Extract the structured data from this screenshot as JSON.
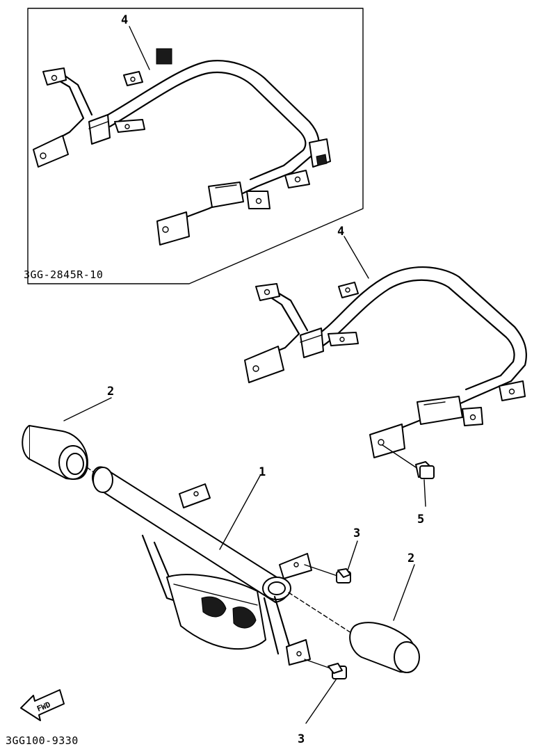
{
  "diagram": {
    "inset_code": "3GG-2845R-10",
    "footer_code": "3GG100-9330",
    "fwd_label": "FWD",
    "callouts": {
      "inset_frame": "4",
      "frame": "4",
      "end_cap_left": "2",
      "end_cap_right": "2",
      "guard_main": "1",
      "bolt_upper": "3",
      "bolt_lower": "3",
      "frame_bolt": "5"
    }
  }
}
